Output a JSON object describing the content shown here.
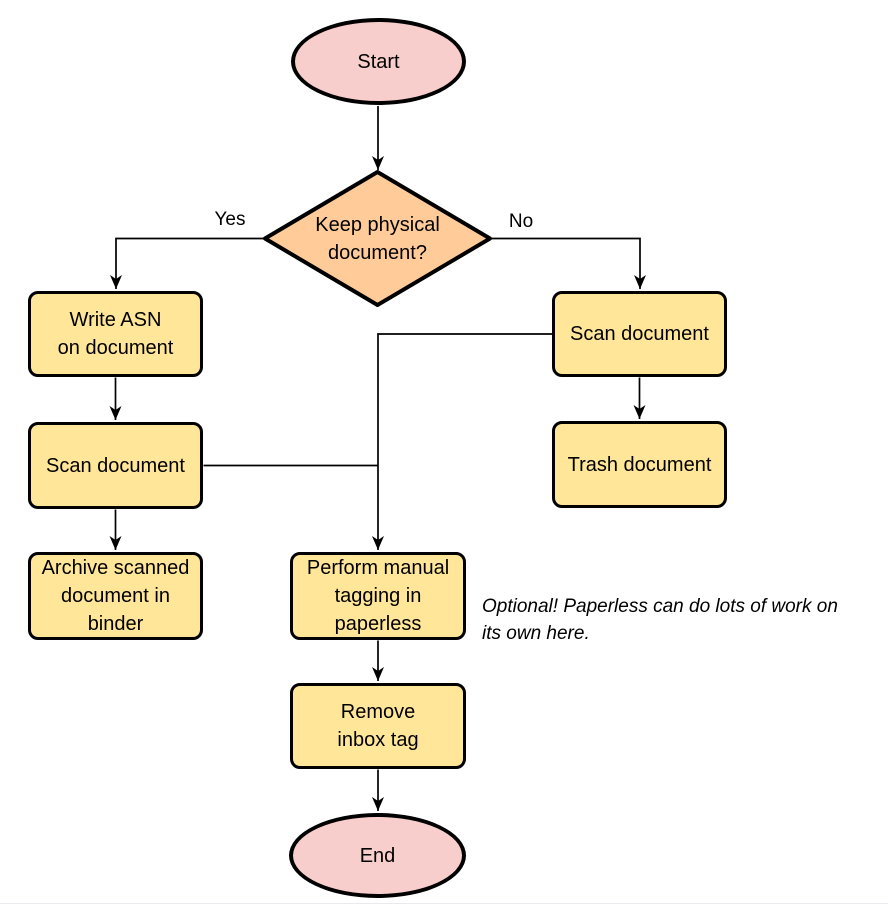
{
  "nodes": {
    "start": {
      "type": "terminal",
      "label": "Start"
    },
    "decision": {
      "type": "decision",
      "label": "Keep physical\ndocument?"
    },
    "write_asn": {
      "type": "process",
      "label": "Write ASN\non document"
    },
    "scan_right": {
      "type": "process",
      "label": "Scan document"
    },
    "scan_left": {
      "type": "process",
      "label": "Scan document"
    },
    "trash": {
      "type": "process",
      "label": "Trash document"
    },
    "archive": {
      "type": "process",
      "label": "Archive scanned\ndocument in\nbinder"
    },
    "tagging": {
      "type": "process",
      "label": "Perform manual\ntagging in\npaperless"
    },
    "remove_inbox": {
      "type": "process",
      "label": "Remove\ninbox tag"
    },
    "end": {
      "type": "terminal",
      "label": "End"
    }
  },
  "edges": [
    {
      "from": "start",
      "to": "decision",
      "label": ""
    },
    {
      "from": "decision",
      "to": "write_asn",
      "label": "Yes"
    },
    {
      "from": "decision",
      "to": "scan_right",
      "label": "No"
    },
    {
      "from": "write_asn",
      "to": "scan_left",
      "label": ""
    },
    {
      "from": "scan_left",
      "to": "archive",
      "label": ""
    },
    {
      "from": "scan_right",
      "to": "trash",
      "label": ""
    },
    {
      "from": "scan_right",
      "to": "tagging",
      "label": ""
    },
    {
      "from": "scan_left",
      "to": "tagging",
      "label": ""
    },
    {
      "from": "tagging",
      "to": "remove_inbox",
      "label": ""
    },
    {
      "from": "remove_inbox",
      "to": "end",
      "label": ""
    }
  ],
  "note": {
    "text": "Optional! Paperless can do lots of work on\nits own here."
  },
  "colors": {
    "terminal-fill": "#F8CECC",
    "decision-fill": "#FFCC99",
    "process-fill": "#FFE699",
    "stroke": "#000000"
  }
}
